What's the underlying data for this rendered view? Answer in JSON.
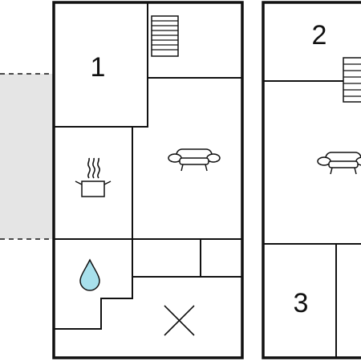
{
  "plan": {
    "room_labels": {
      "room_1": "1",
      "room_2": "2",
      "room_3": "3"
    },
    "icons": {
      "stairs": "stairs-icon",
      "sofa": "sofa-icon",
      "cooking_pot": "cooking-pot-icon",
      "water_drop": "water-drop-icon",
      "cross": "cross-icon"
    },
    "colors": {
      "walls": "#111111",
      "terrace": "#e5e5e5",
      "water": "#a8e0ec",
      "background": "#ffffff"
    }
  }
}
